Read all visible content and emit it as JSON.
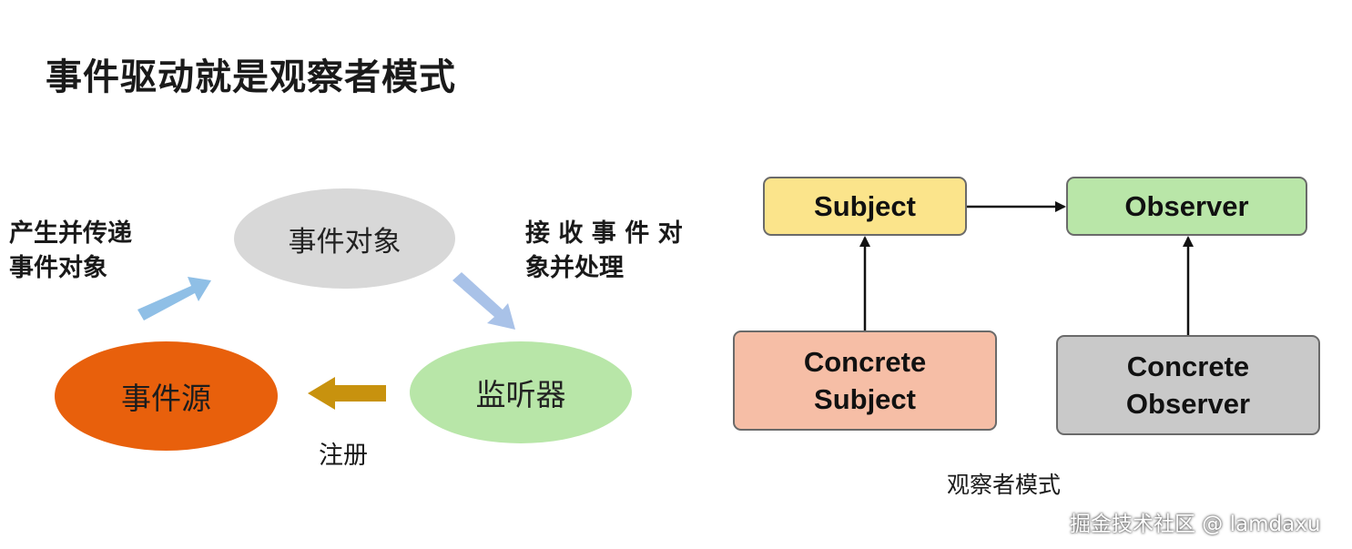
{
  "title": "事件驱动就是观察者模式",
  "event_model": {
    "nodes": {
      "event_object": "事件对象",
      "event_source": "事件源",
      "listener": "监听器"
    },
    "labels": {
      "produce_line1": "产生并传递",
      "produce_line2": "事件对象",
      "receive_line1": "接 收 事 件 对",
      "receive_line2": "象并处理",
      "register": "注册"
    },
    "colors": {
      "event_object": "#d8d8d8",
      "event_source": "#e8600c",
      "listener": "#b8e6a8",
      "arrow_produce": "#8fbfe6",
      "arrow_receive": "#a9c2e8",
      "arrow_register": "#c8920e"
    }
  },
  "observer_pattern": {
    "boxes": {
      "subject": "Subject",
      "observer": "Observer",
      "concrete_subject_line1": "Concrete",
      "concrete_subject_line2": "Subject",
      "concrete_observer_line1": "Concrete",
      "concrete_observer_line2": "Observer"
    },
    "caption": "观察者模式",
    "colors": {
      "subject": "#fbe48b",
      "observer": "#b9e6a8",
      "concrete_subject": "#f6bea6",
      "concrete_observer": "#c9c9c9"
    }
  },
  "watermark": "掘金技术社区 @ lamdaxu"
}
